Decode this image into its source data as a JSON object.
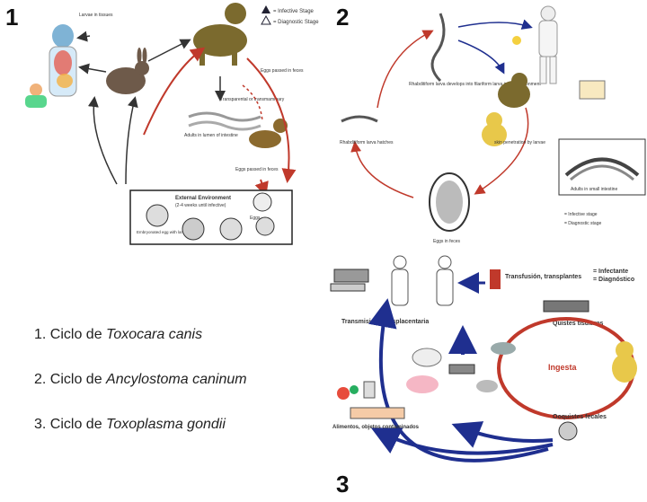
{
  "panel1": {
    "number": "1",
    "legend": [
      "= Infective Stage",
      "= Diagnostic Stage"
    ],
    "labels": {
      "larvae_tissues": "Larvae in tissues",
      "eggs_feces": "Eggs passed in feces",
      "transmission": "Transparental or transmammary",
      "adults": "Adults in lumen of intestine",
      "eggs_feces2": "Eggs passed in feces",
      "env_title": "External Environment",
      "env_sub": "(2-4 weeks until infective)",
      "embryonated": "Embryonated egg with larva",
      "eggs": "Eggs"
    }
  },
  "panel2": {
    "number": "2",
    "labels": {
      "rhabditiform": "Rhabditiform larva develops into filariform larva in the environment",
      "hatches": "Rhabditiform larva hatches",
      "skin": "skin penetration by larvae",
      "adults": "Adults in small intestine",
      "eggs": "Eggs in feces"
    },
    "legend": [
      "= Infective stage",
      "= Diagnostic stage"
    ]
  },
  "panel3": {
    "number": "3",
    "legend": [
      "= Infectante",
      "= Diagnóstico"
    ],
    "labels": {
      "transfusion": "Transfusión, transplantes",
      "quistes": "Quistes tisulares",
      "transmision": "Transmisión transplacentaria",
      "ingesta": "Ingesta",
      "ooquistes": "Ooquistes fecales",
      "alimentos": "Alimentos, objetos contaminados"
    }
  },
  "captions": [
    {
      "prefix": "1. Ciclo de ",
      "species": "Toxocara canis"
    },
    {
      "prefix": "2. Ciclo de ",
      "species": "Ancylostoma caninum"
    },
    {
      "prefix": "3. Ciclo de ",
      "species": "Toxoplasma gondii"
    }
  ],
  "colors": {
    "red_arrow": "#c0392b",
    "blue_arrow": "#1f2f8f",
    "dark_arrow": "#333333",
    "dog": "#7b6a2e",
    "cat": "#e8c84a"
  }
}
